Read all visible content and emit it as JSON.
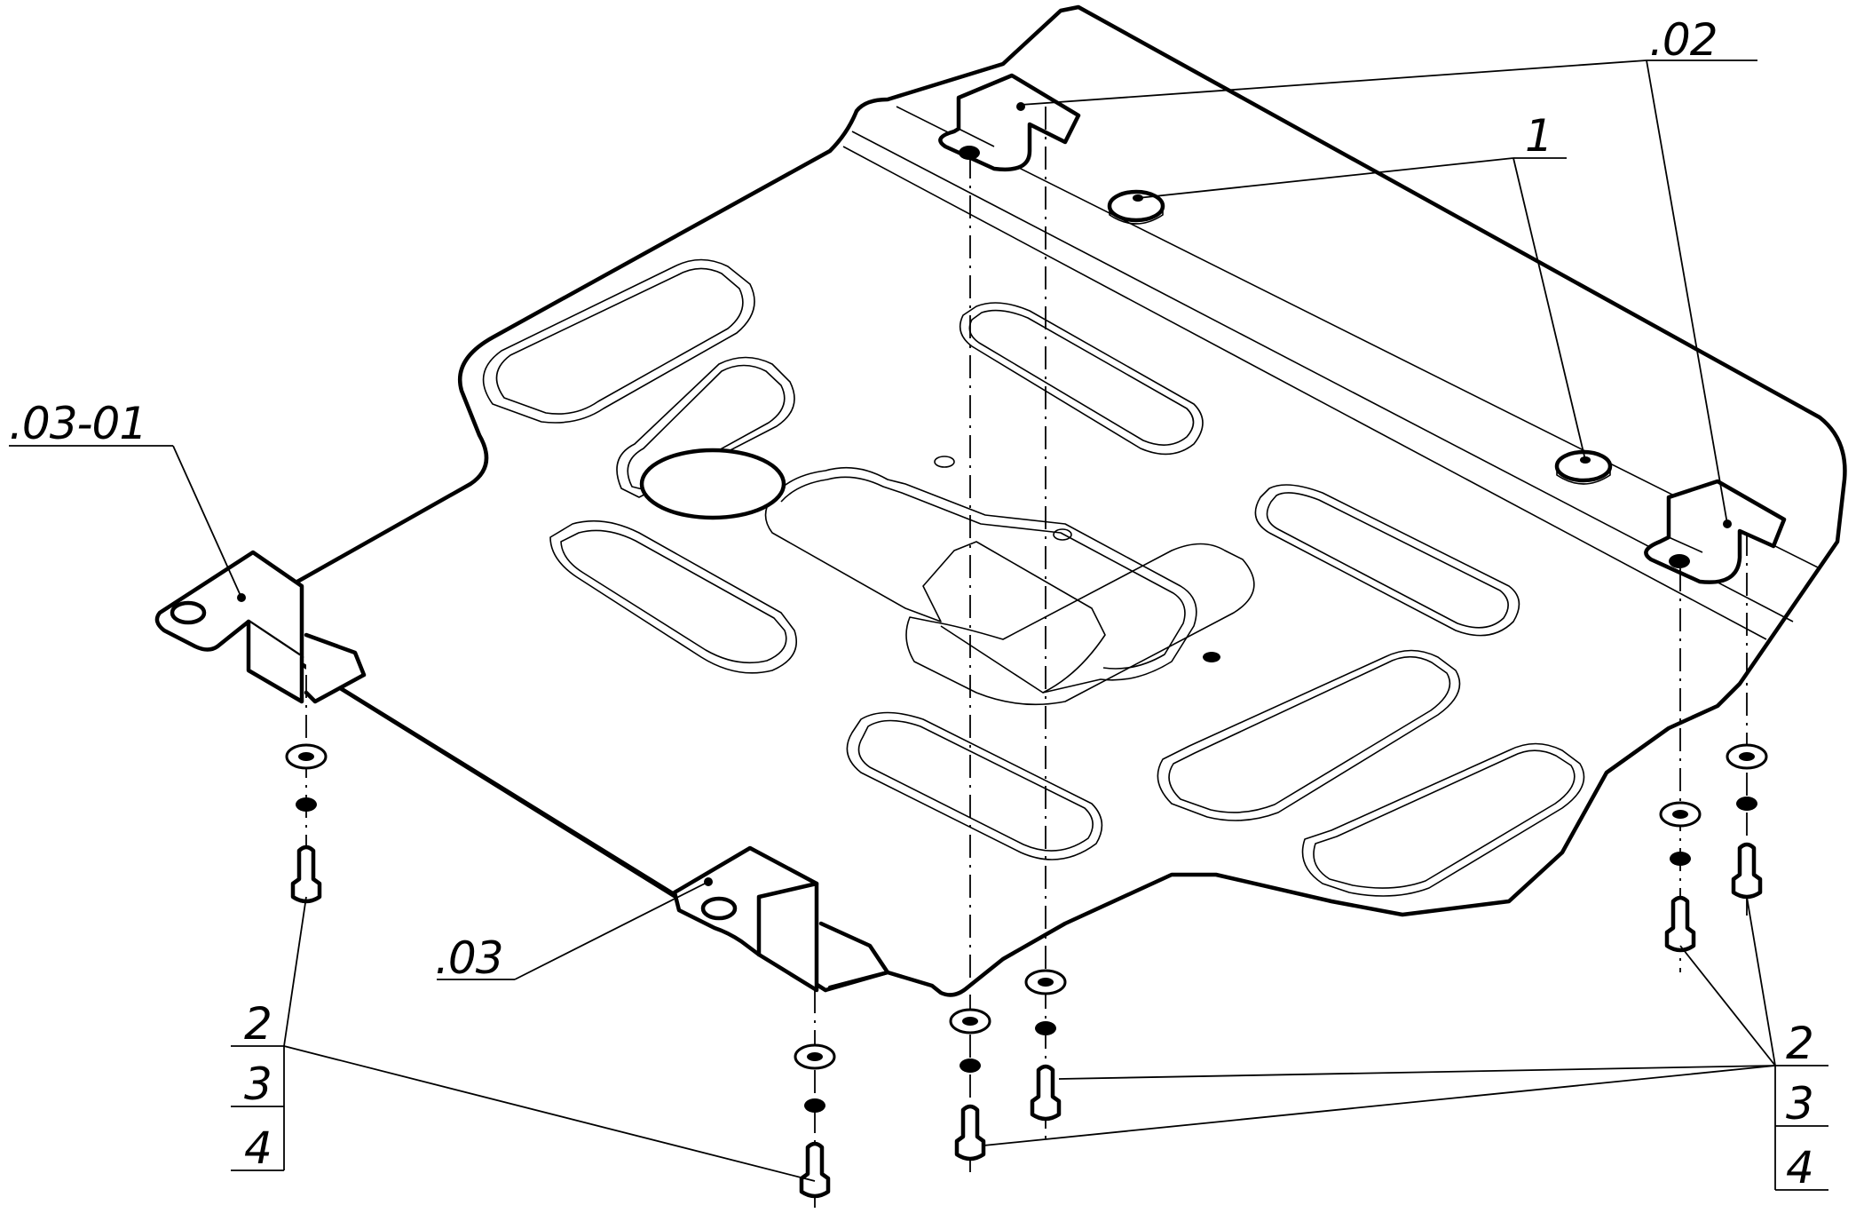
{
  "labels": {
    "part_02": ".02",
    "part_1": "1",
    "part_03_01": ".03-01",
    "part_03": ".03",
    "left_stack": [
      "2",
      "3",
      "4"
    ],
    "right_stack": [
      "2",
      "3",
      "4"
    ]
  }
}
